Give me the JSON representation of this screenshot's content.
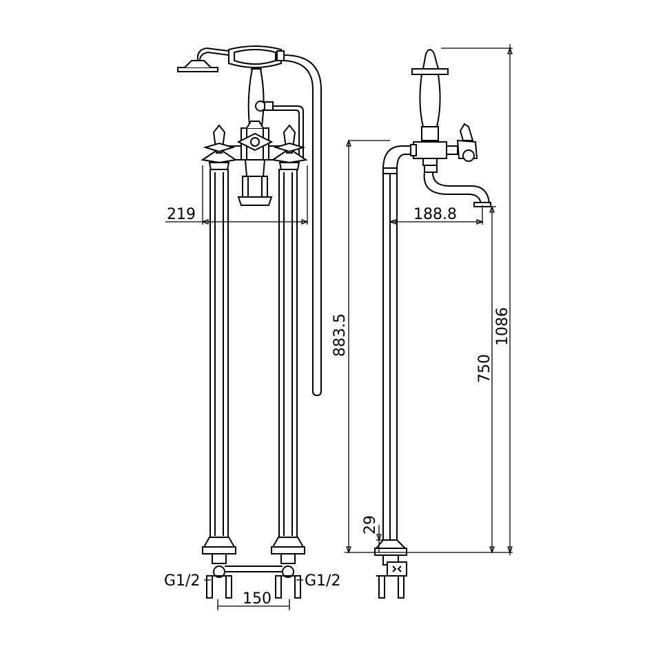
{
  "dimensions": {
    "width_top": "219",
    "spout_reach": "188.8",
    "pipe_height": "883.5",
    "spout_height": "750",
    "total_height": "1086",
    "base_height": "29",
    "inlet_spacing": "150",
    "inlet_left": "G1/2",
    "inlet_right": "G1/2"
  }
}
